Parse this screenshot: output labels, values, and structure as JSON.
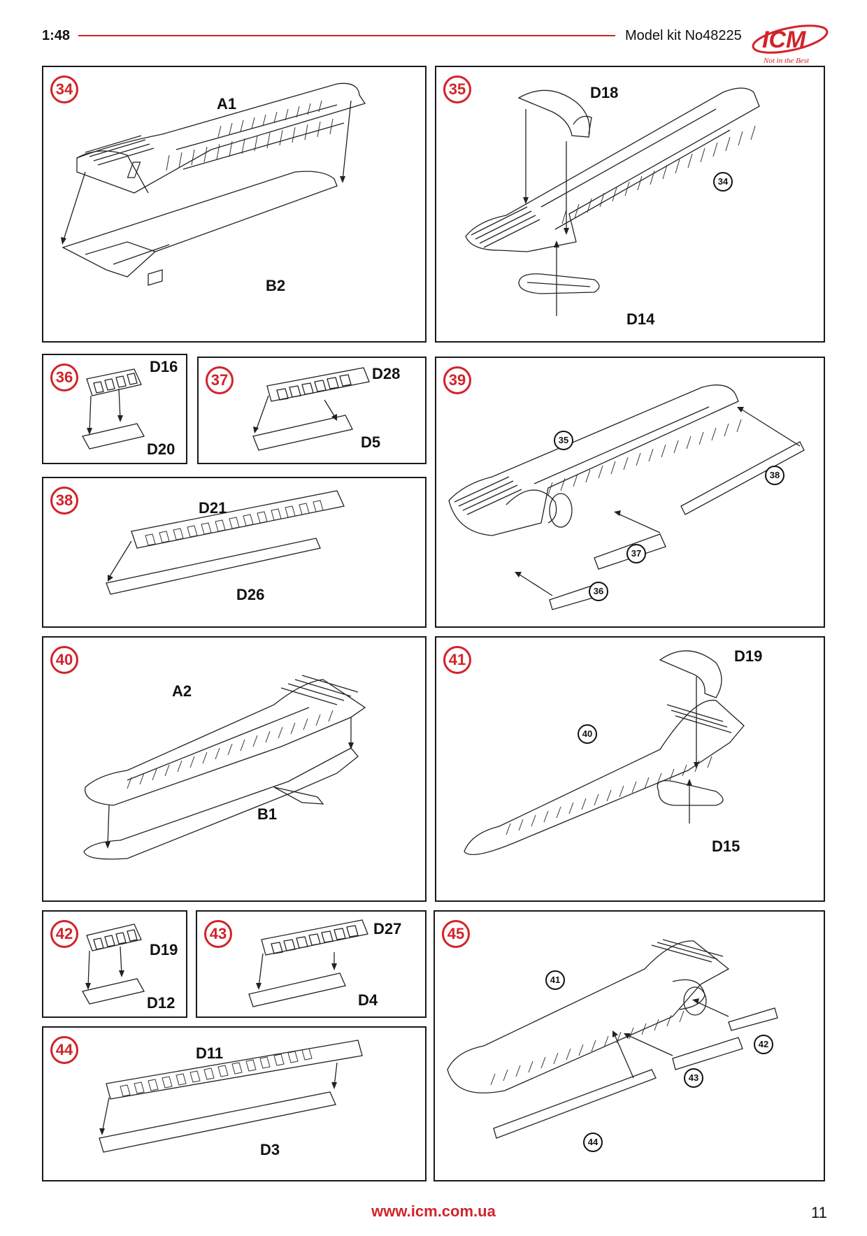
{
  "header": {
    "scale": "1:48",
    "kit": "Model kit No48225",
    "logo_text": "ICM",
    "logo_tagline": "Not in the Best"
  },
  "steps": {
    "s34": {
      "num": "34",
      "parts": [
        "A1",
        "B2"
      ]
    },
    "s35": {
      "num": "35",
      "parts": [
        "D18",
        "D14"
      ],
      "refs": [
        "34"
      ]
    },
    "s36": {
      "num": "36",
      "parts": [
        "D16",
        "D20"
      ]
    },
    "s37": {
      "num": "37",
      "parts": [
        "D28",
        "D5"
      ]
    },
    "s38": {
      "num": "38",
      "parts": [
        "D21",
        "D26"
      ]
    },
    "s39": {
      "num": "39",
      "refs": [
        "35",
        "38",
        "37",
        "36"
      ]
    },
    "s40": {
      "num": "40",
      "parts": [
        "A2",
        "B1"
      ]
    },
    "s41": {
      "num": "41",
      "parts": [
        "D19",
        "D15"
      ],
      "refs": [
        "40"
      ]
    },
    "s42": {
      "num": "42",
      "parts": [
        "D19",
        "D12"
      ]
    },
    "s43": {
      "num": "43",
      "parts": [
        "D27",
        "D4"
      ]
    },
    "s44": {
      "num": "44",
      "parts": [
        "D11",
        "D3"
      ]
    },
    "s45": {
      "num": "45",
      "refs": [
        "41",
        "42",
        "43",
        "44"
      ]
    }
  },
  "footer": {
    "url": "www.icm.com.ua",
    "page": "11"
  },
  "colors": {
    "accent": "#d2232a",
    "line": "#1a1a1a"
  }
}
